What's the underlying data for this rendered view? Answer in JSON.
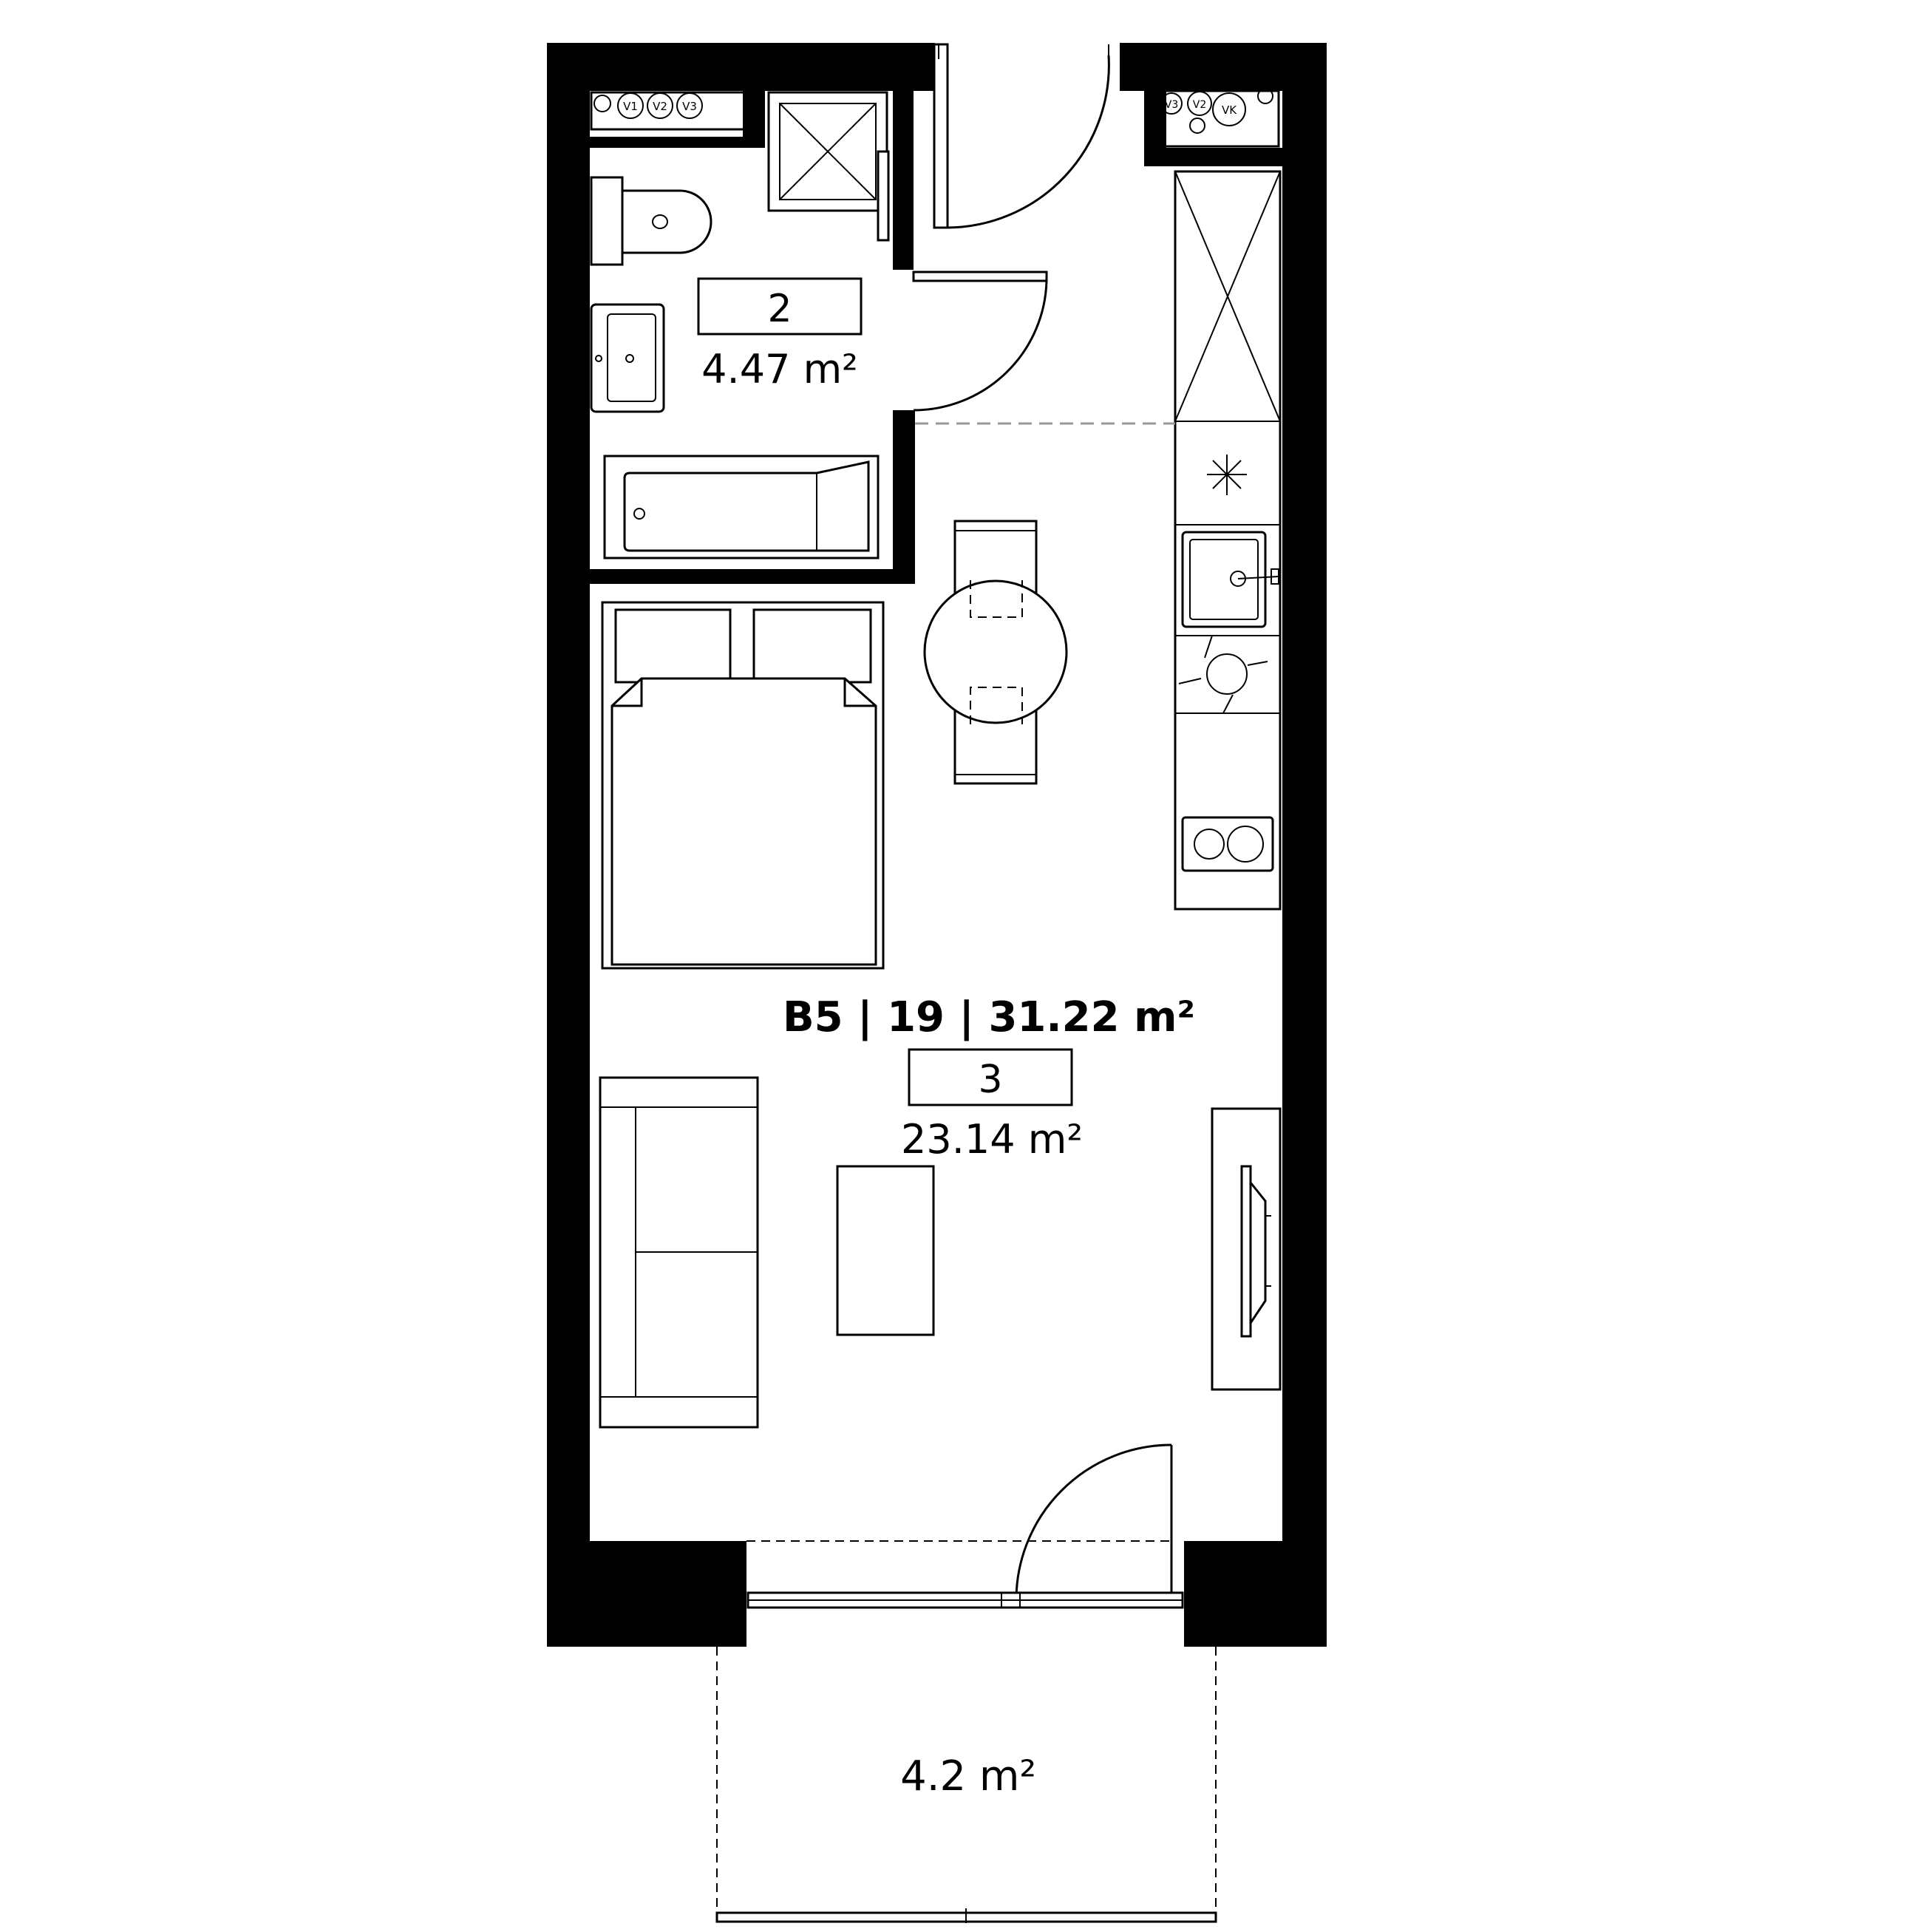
{
  "apartment": {
    "label": "B5 | 19 | 31.22 m²"
  },
  "rooms": [
    {
      "number": "2",
      "area": "4.47 m²"
    },
    {
      "number": "3",
      "area": "23.14 m²"
    }
  ],
  "balcony": {
    "area": "4.2 m²"
  },
  "utility_left": [
    "V1",
    "V2",
    "V3"
  ],
  "utility_right": [
    "V3",
    "V2",
    "VK"
  ]
}
